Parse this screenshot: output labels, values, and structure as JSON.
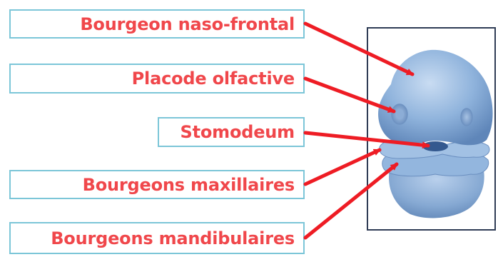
{
  "labels": [
    {
      "id": "bourgeon-naso-frontal",
      "text": "Bourgeon naso-frontal"
    },
    {
      "id": "placode-olfactive",
      "text": "Placode olfactive"
    },
    {
      "id": "stomodeum",
      "text": "Stomodeum"
    },
    {
      "id": "bourgeons-maxillaires",
      "text": "Bourgeons maxillaires"
    },
    {
      "id": "bourgeons-mandibulaires",
      "text": "Bourgeons mandibulaires"
    }
  ],
  "colors": {
    "label_text": "#f0474b",
    "label_border": "#7cc6d8",
    "arrow": "#ee1c24",
    "frame_border": "#2f3c55",
    "embryo_fill": "#8fb3dc",
    "embryo_shadow": "#5f86b9"
  }
}
